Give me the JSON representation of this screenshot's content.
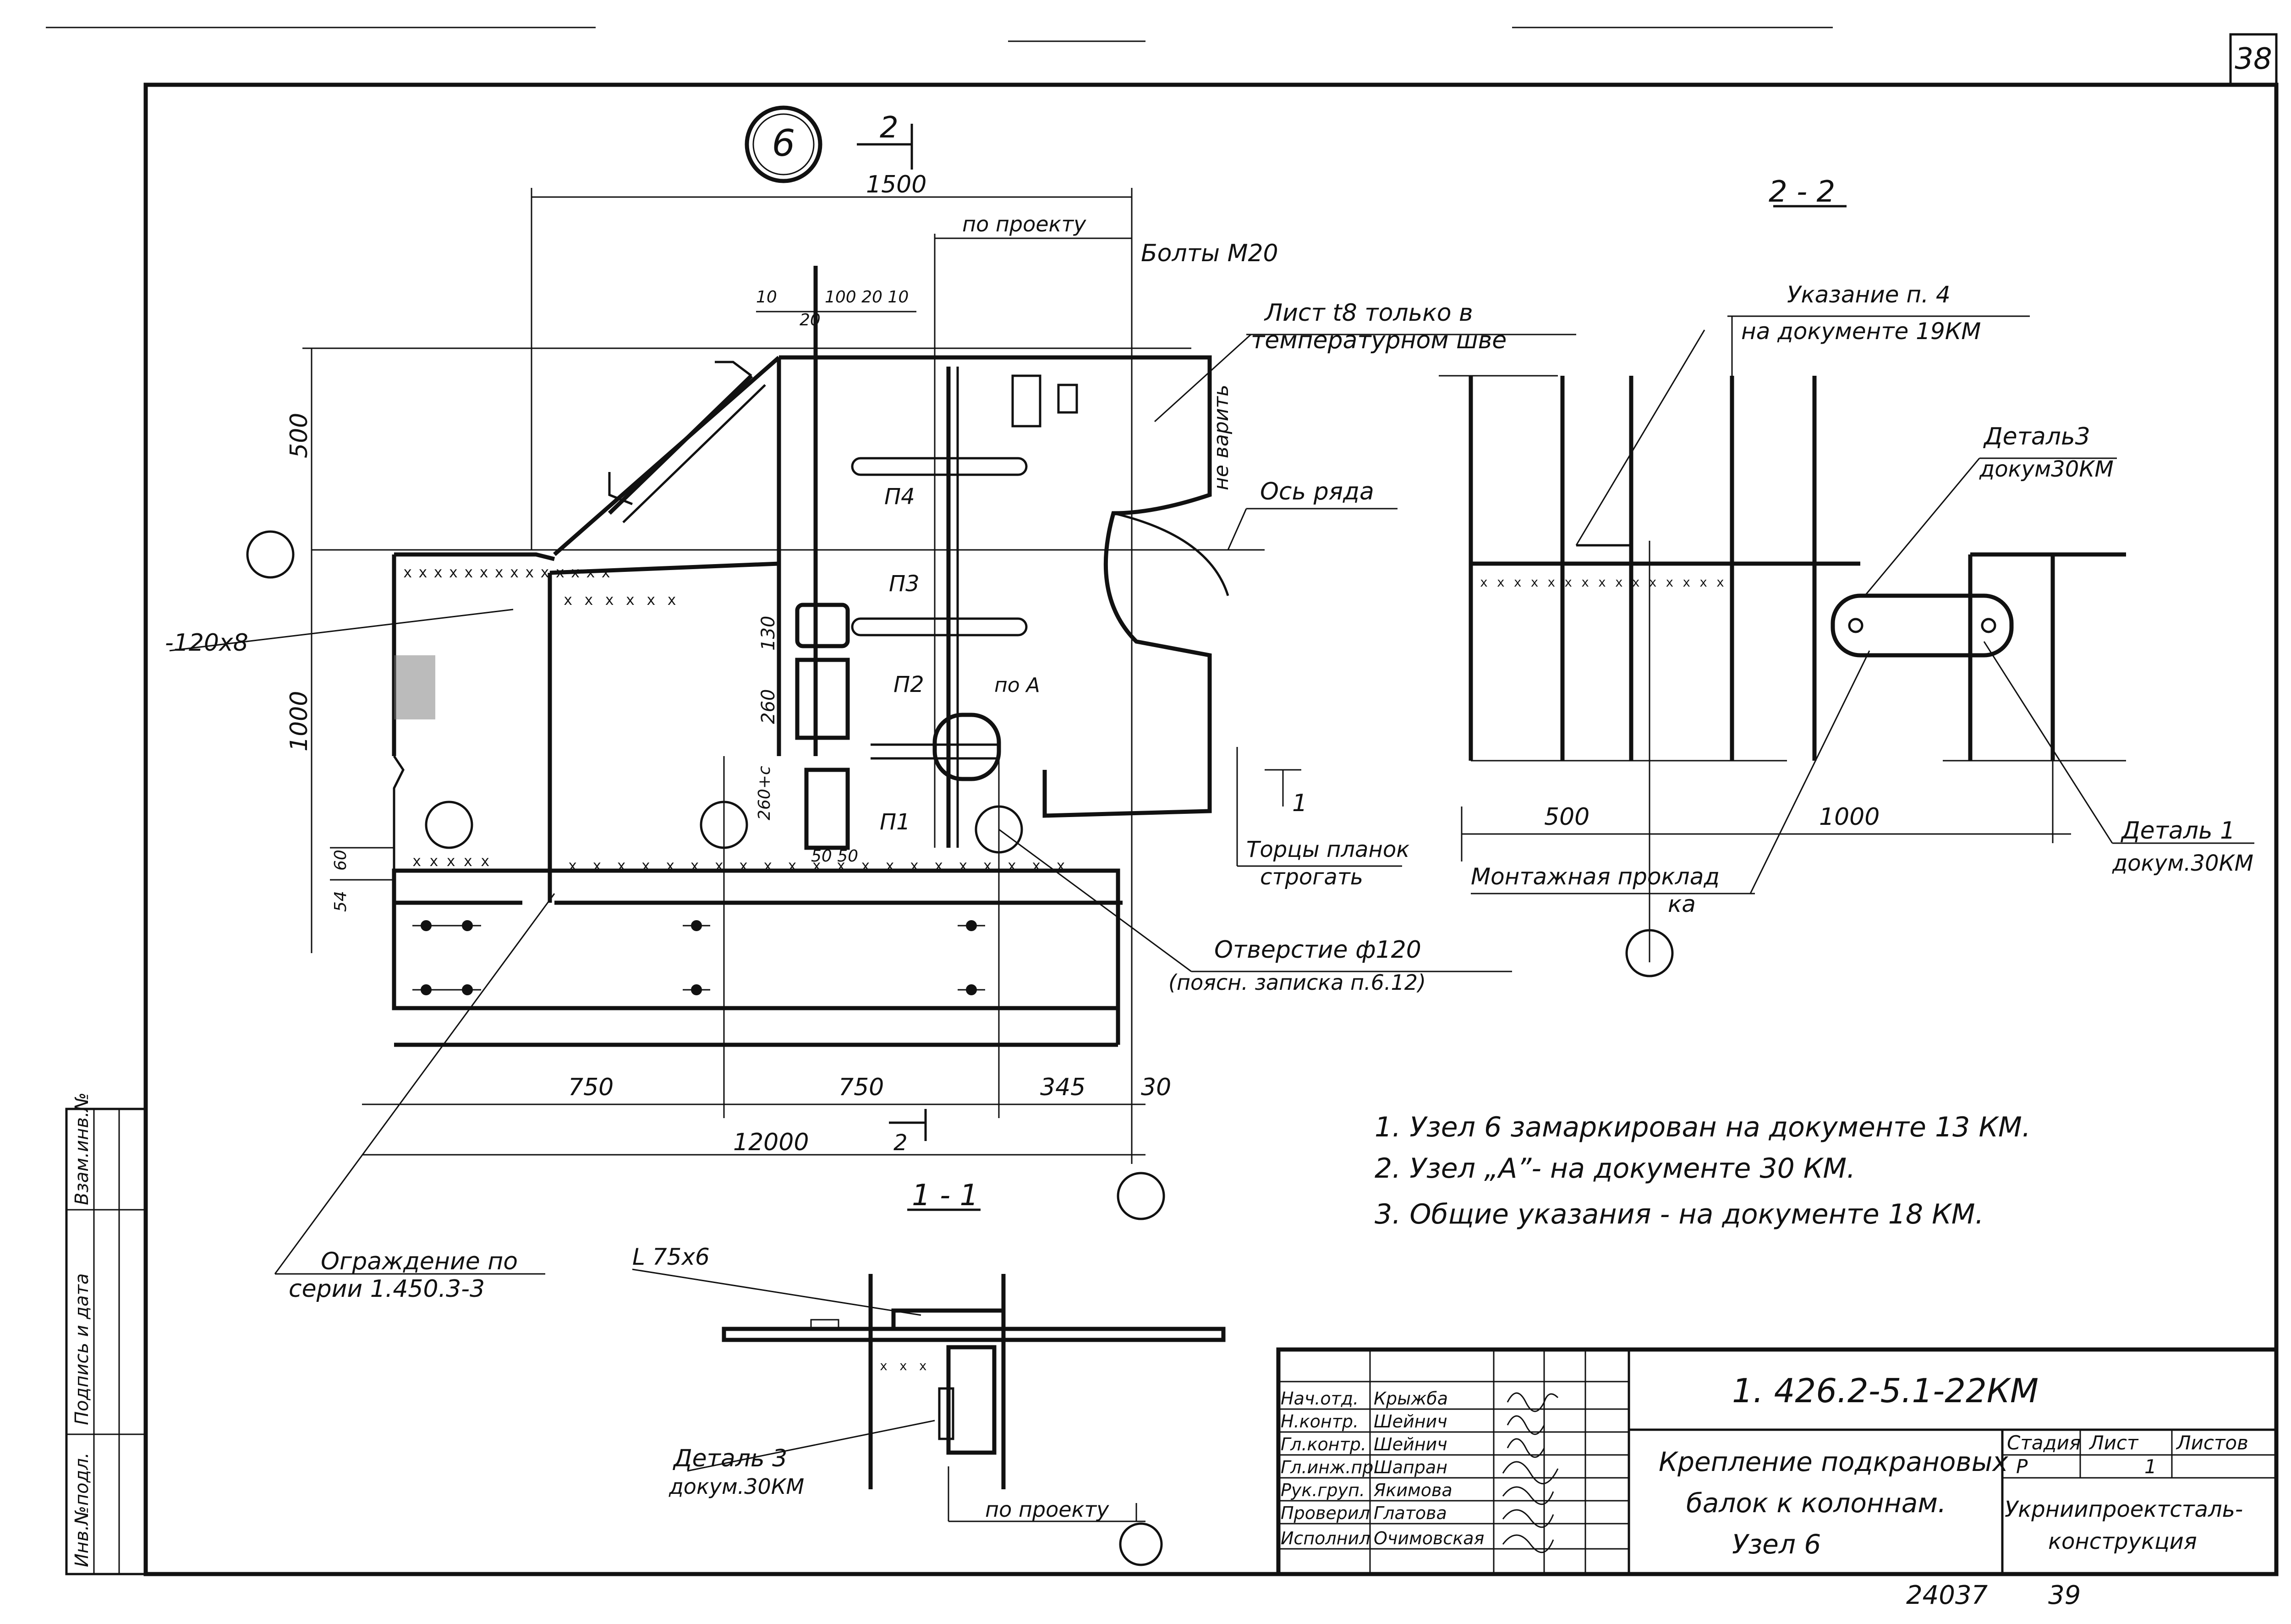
{
  "sheet": {
    "sheet_number": "38",
    "page_footer_left": "24037",
    "page_footer_right": "39"
  },
  "node": {
    "mark": "6",
    "section_arrow": "2"
  },
  "plan": {
    "dim_top": "1500",
    "dim_po_proektu": "по проекту",
    "dim_10a": "10",
    "dim_20a": "20",
    "dim_100_20_10": "100 20 10",
    "dim_500": "500",
    "dim_1000": "1000",
    "dim_130": "130",
    "dim_260": "260",
    "dim_260_c": "260+с",
    "dim_60": "60",
    "dim_54": "54",
    "dim_50_50": "50 50",
    "dim_750a": "750",
    "dim_750b": "750",
    "dim_345": "345",
    "dim_30": "30",
    "dim_12000": "12000",
    "section_2_bottom": "2",
    "plate_120x8": "-120х8",
    "p1": "П1",
    "p2": "П2",
    "p3": "П3",
    "p4": "П4",
    "po_a": "по А",
    "bolts": "Болты М20",
    "sheet_t8_1": "Лист t8 только в",
    "sheet_t8_2": "температурном шве",
    "ne_varit": "не варить",
    "axis_row": "Ось ряда",
    "section_1": "1",
    "tortsy_1": "Торцы планок",
    "tortsy_2": "строгать",
    "hole_1": "Отверстие ф120",
    "hole_2": "(поясн. записка п.6.12)",
    "fence_1": "Ограждение по",
    "fence_2": "серии 1.450.3-3"
  },
  "section22": {
    "title": "2 - 2",
    "ukaz_1": "Указание п. 4",
    "ukaz_2": "на документе 19КМ",
    "det3_1": "Деталь3",
    "det3_2": "докум30КМ",
    "dim_500": "500",
    "dim_1000": "1000",
    "montazh_1": "Монтажная проклад",
    "montazh_2": "ка",
    "det1_1": "Деталь 1",
    "det1_2": "докум.30КМ"
  },
  "section11": {
    "title": "1 - 1",
    "angle": "L 75х6",
    "det3_1": "Деталь 3",
    "det3_2": "докум.30КМ",
    "po_proektu": "по проекту"
  },
  "notes": [
    "1. Узел 6 замаркирован на документе 13 КМ.",
    "2. Узел „А”- на документе 30 КМ.",
    "3. Общие указания - на документе 18 КМ."
  ],
  "title_block": {
    "code": "1. 426.2-5.1-22КМ",
    "name_1": "Крепление подкрановых",
    "name_2": "балок к колоннам.",
    "name_3": "Узел 6",
    "stage_label": "Стадия",
    "sheet_label": "Лист",
    "sheets_label": "Листов",
    "stage": "Р",
    "sheet": "1",
    "org_1": "Укрниипроектсталь-",
    "org_2": "конструкция",
    "roles": [
      {
        "role": "Нач.отд.",
        "name": "Крыжба"
      },
      {
        "role": "Н.контр.",
        "name": "Шейнич"
      },
      {
        "role": "Гл.контр.",
        "name": "Шейнич"
      },
      {
        "role": "Гл.инж.пр.",
        "name": "Шапран"
      },
      {
        "role": "Рук.груп.",
        "name": "Якимова"
      },
      {
        "role": "Проверил",
        "name": "Глатова"
      },
      {
        "role": "Исполнил",
        "name": "Очимовская"
      }
    ]
  },
  "side_stamp": {
    "inv_podl": "Инв.№подл.",
    "podpis_data": "Подпись и дата",
    "vzam_inv": "Взам.инв.№"
  }
}
